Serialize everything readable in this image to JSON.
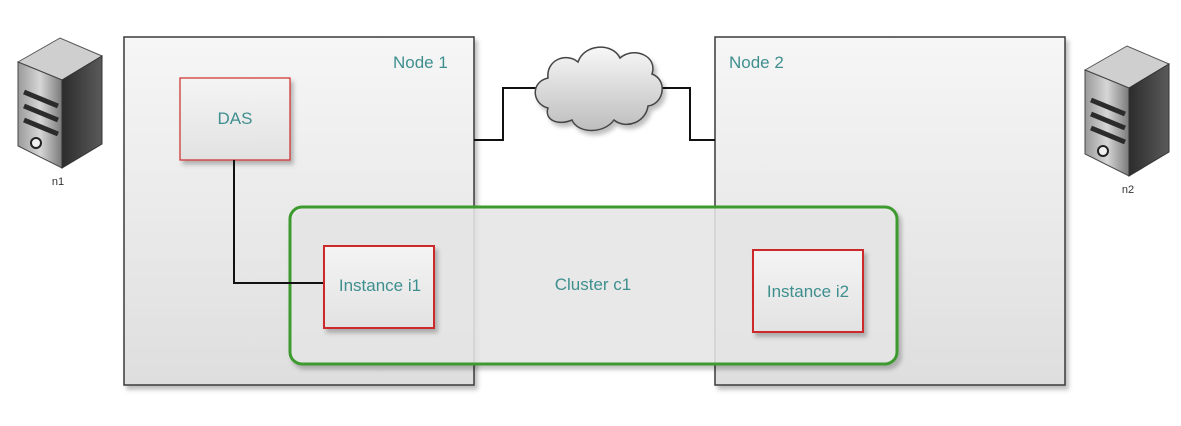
{
  "diagram": {
    "servers": [
      {
        "id": "n1",
        "label": "n1"
      },
      {
        "id": "n2",
        "label": "n2"
      }
    ],
    "nodes": [
      {
        "id": "node1",
        "label": "Node 1"
      },
      {
        "id": "node2",
        "label": "Node 2"
      }
    ],
    "das": {
      "label": "DAS"
    },
    "cluster": {
      "label": "Cluster c1"
    },
    "instances": [
      {
        "id": "i1",
        "label": "Instance i1"
      },
      {
        "id": "i2",
        "label": "Instance i2"
      }
    ],
    "colors": {
      "node_fill": "#e9e9e9",
      "node_border": "#3a3a3a",
      "component_border": "#cc2b2b",
      "cluster_border": "#3c9a2f",
      "text": "#3f8f8f",
      "connector": "#111111"
    },
    "icons": [
      "server-icon",
      "network-cloud-icon"
    ]
  }
}
